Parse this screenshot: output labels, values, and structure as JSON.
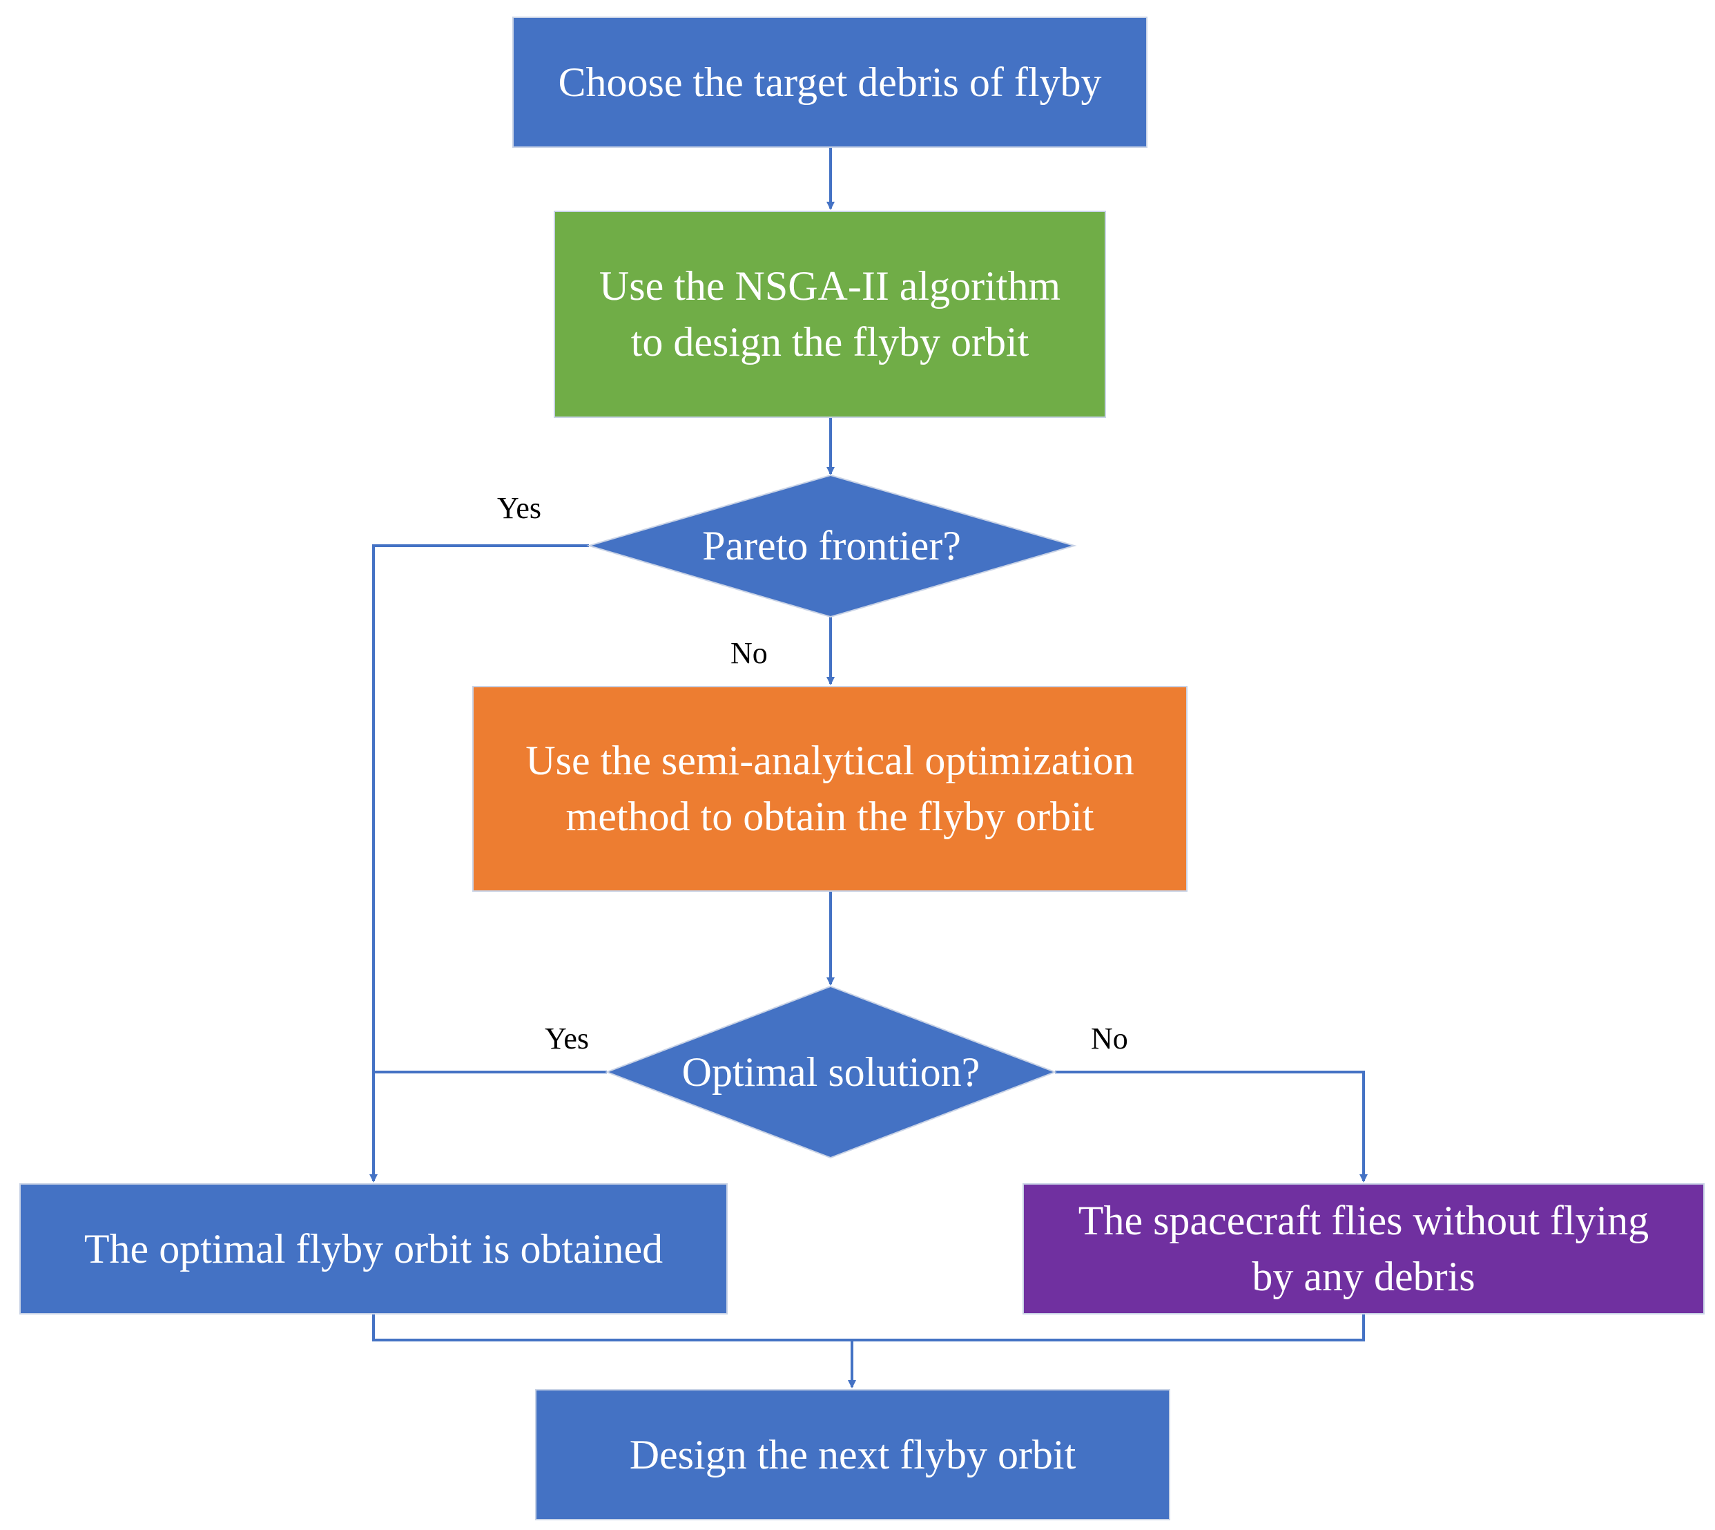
{
  "colors": {
    "blue": "#4472c4",
    "green": "#70ad47",
    "orange": "#ed7d31",
    "purple": "#7030a0",
    "connector": "#4472c4"
  },
  "nodes": {
    "choose_target": "Choose the target debris of flyby",
    "nsga": "Use the NSGA-II algorithm\nto design the flyby orbit",
    "pareto": "Pareto frontier?",
    "semi_analytical": "Use the semi-analytical optimization\nmethod to obtain the flyby orbit",
    "optimal_solution": "Optimal solution?",
    "optimal_obtained": "The optimal flyby orbit is obtained",
    "no_debris": "The spacecraft flies without flying\nby any debris",
    "next_orbit": "Design the next flyby orbit"
  },
  "edges": {
    "pareto_yes": "Yes",
    "pareto_no": "No",
    "optimal_yes": "Yes",
    "optimal_no": "No"
  }
}
